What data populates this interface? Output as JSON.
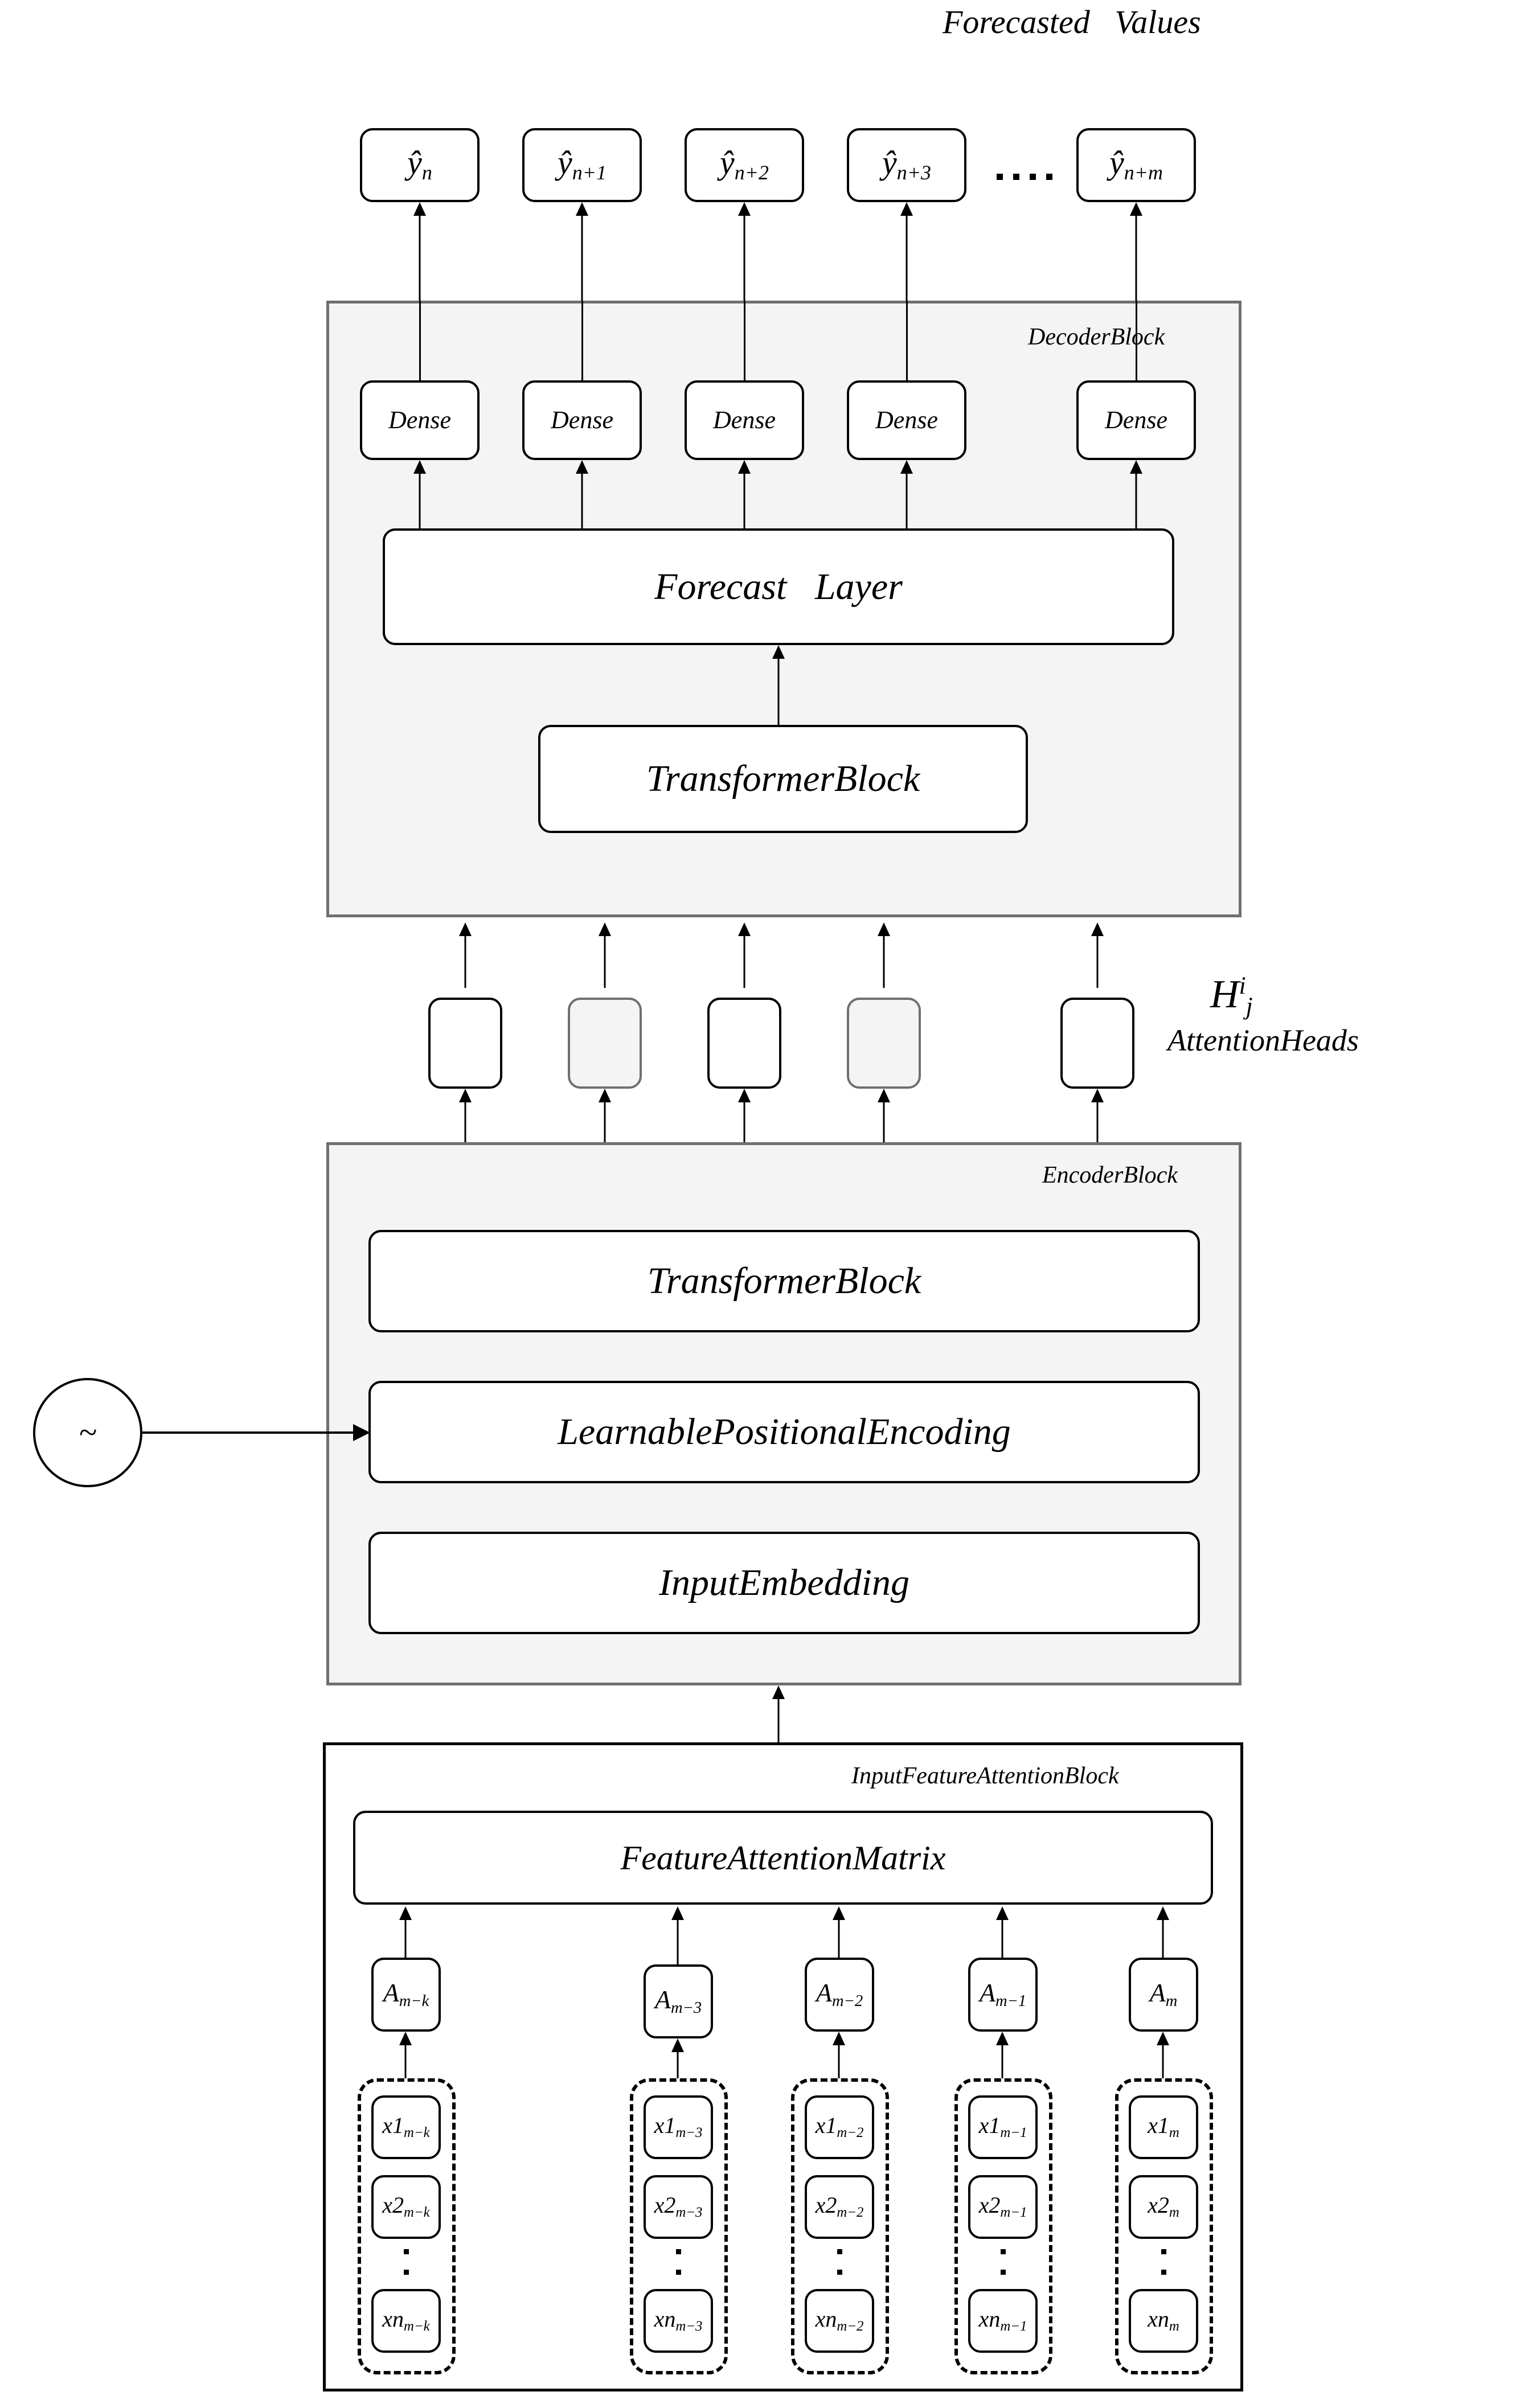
{
  "diagram": {
    "title": "Forecasted   Values",
    "outputs": [
      {
        "label": "ŷ",
        "sub": "n"
      },
      {
        "label": "ŷ",
        "sub": "n+1"
      },
      {
        "label": "ŷ",
        "sub": "n+2"
      },
      {
        "label": "ŷ",
        "sub": "n+3"
      },
      {
        "label": "ŷ",
        "sub": "n+m"
      }
    ],
    "output_ellipsis": "....",
    "decoder": {
      "title": "DecoderBlock",
      "dense_label": "Dense",
      "dense_count": 5,
      "forecast_layer": "Forecast   Layer",
      "transformer_block": "TransformerBlock"
    },
    "attention": {
      "symbol_base": "H",
      "symbol_sup": "i",
      "symbol_sub": "j",
      "caption": "AttentionHeads",
      "heads": [
        {
          "style": "solid"
        },
        {
          "style": "gray"
        },
        {
          "style": "solid"
        },
        {
          "style": "gray"
        },
        {
          "style": "solid"
        }
      ]
    },
    "encoder": {
      "title": "EncoderBlock",
      "transformer_block": "TransformerBlock",
      "positional_encoding": "LearnablePositionalEncoding",
      "input_embedding": "InputEmbedding"
    },
    "noise_node": {
      "symbol": "~"
    },
    "input_block": {
      "title": "InputFeatureAttentionBlock",
      "feature_attention_matrix": "FeatureAttentionMatrix",
      "columns": [
        {
          "a_base": "A",
          "a_sub": "m−k",
          "features": [
            {
              "base": "x1",
              "sub": "m−k"
            },
            {
              "base": "x2",
              "sub": "m−k"
            },
            {
              "base": "xn",
              "sub": "m−k"
            }
          ]
        },
        {
          "a_base": "A",
          "a_sub": "m−3",
          "features": [
            {
              "base": "x1",
              "sub": "m−3"
            },
            {
              "base": "x2",
              "sub": "m−3"
            },
            {
              "base": "xn",
              "sub": "m−3"
            }
          ]
        },
        {
          "a_base": "A",
          "a_sub": "m−2",
          "features": [
            {
              "base": "x1",
              "sub": "m−2"
            },
            {
              "base": "x2",
              "sub": "m−2"
            },
            {
              "base": "xn",
              "sub": "m−2"
            }
          ]
        },
        {
          "a_base": "A",
          "a_sub": "m−1",
          "features": [
            {
              "base": "x1",
              "sub": "m−1"
            },
            {
              "base": "x2",
              "sub": "m−1"
            },
            {
              "base": "xn",
              "sub": "m−1"
            }
          ]
        },
        {
          "a_base": "A",
          "a_sub": "m",
          "features": [
            {
              "base": "x1",
              "sub": "m"
            },
            {
              "base": "x2",
              "sub": "m"
            },
            {
              "base": "xn",
              "sub": "m"
            }
          ]
        }
      ]
    },
    "colors": {
      "panel_fill": "#f4f4f4",
      "panel_border": "#6f6f6f",
      "stroke": "#000000",
      "background": "#ffffff"
    }
  }
}
